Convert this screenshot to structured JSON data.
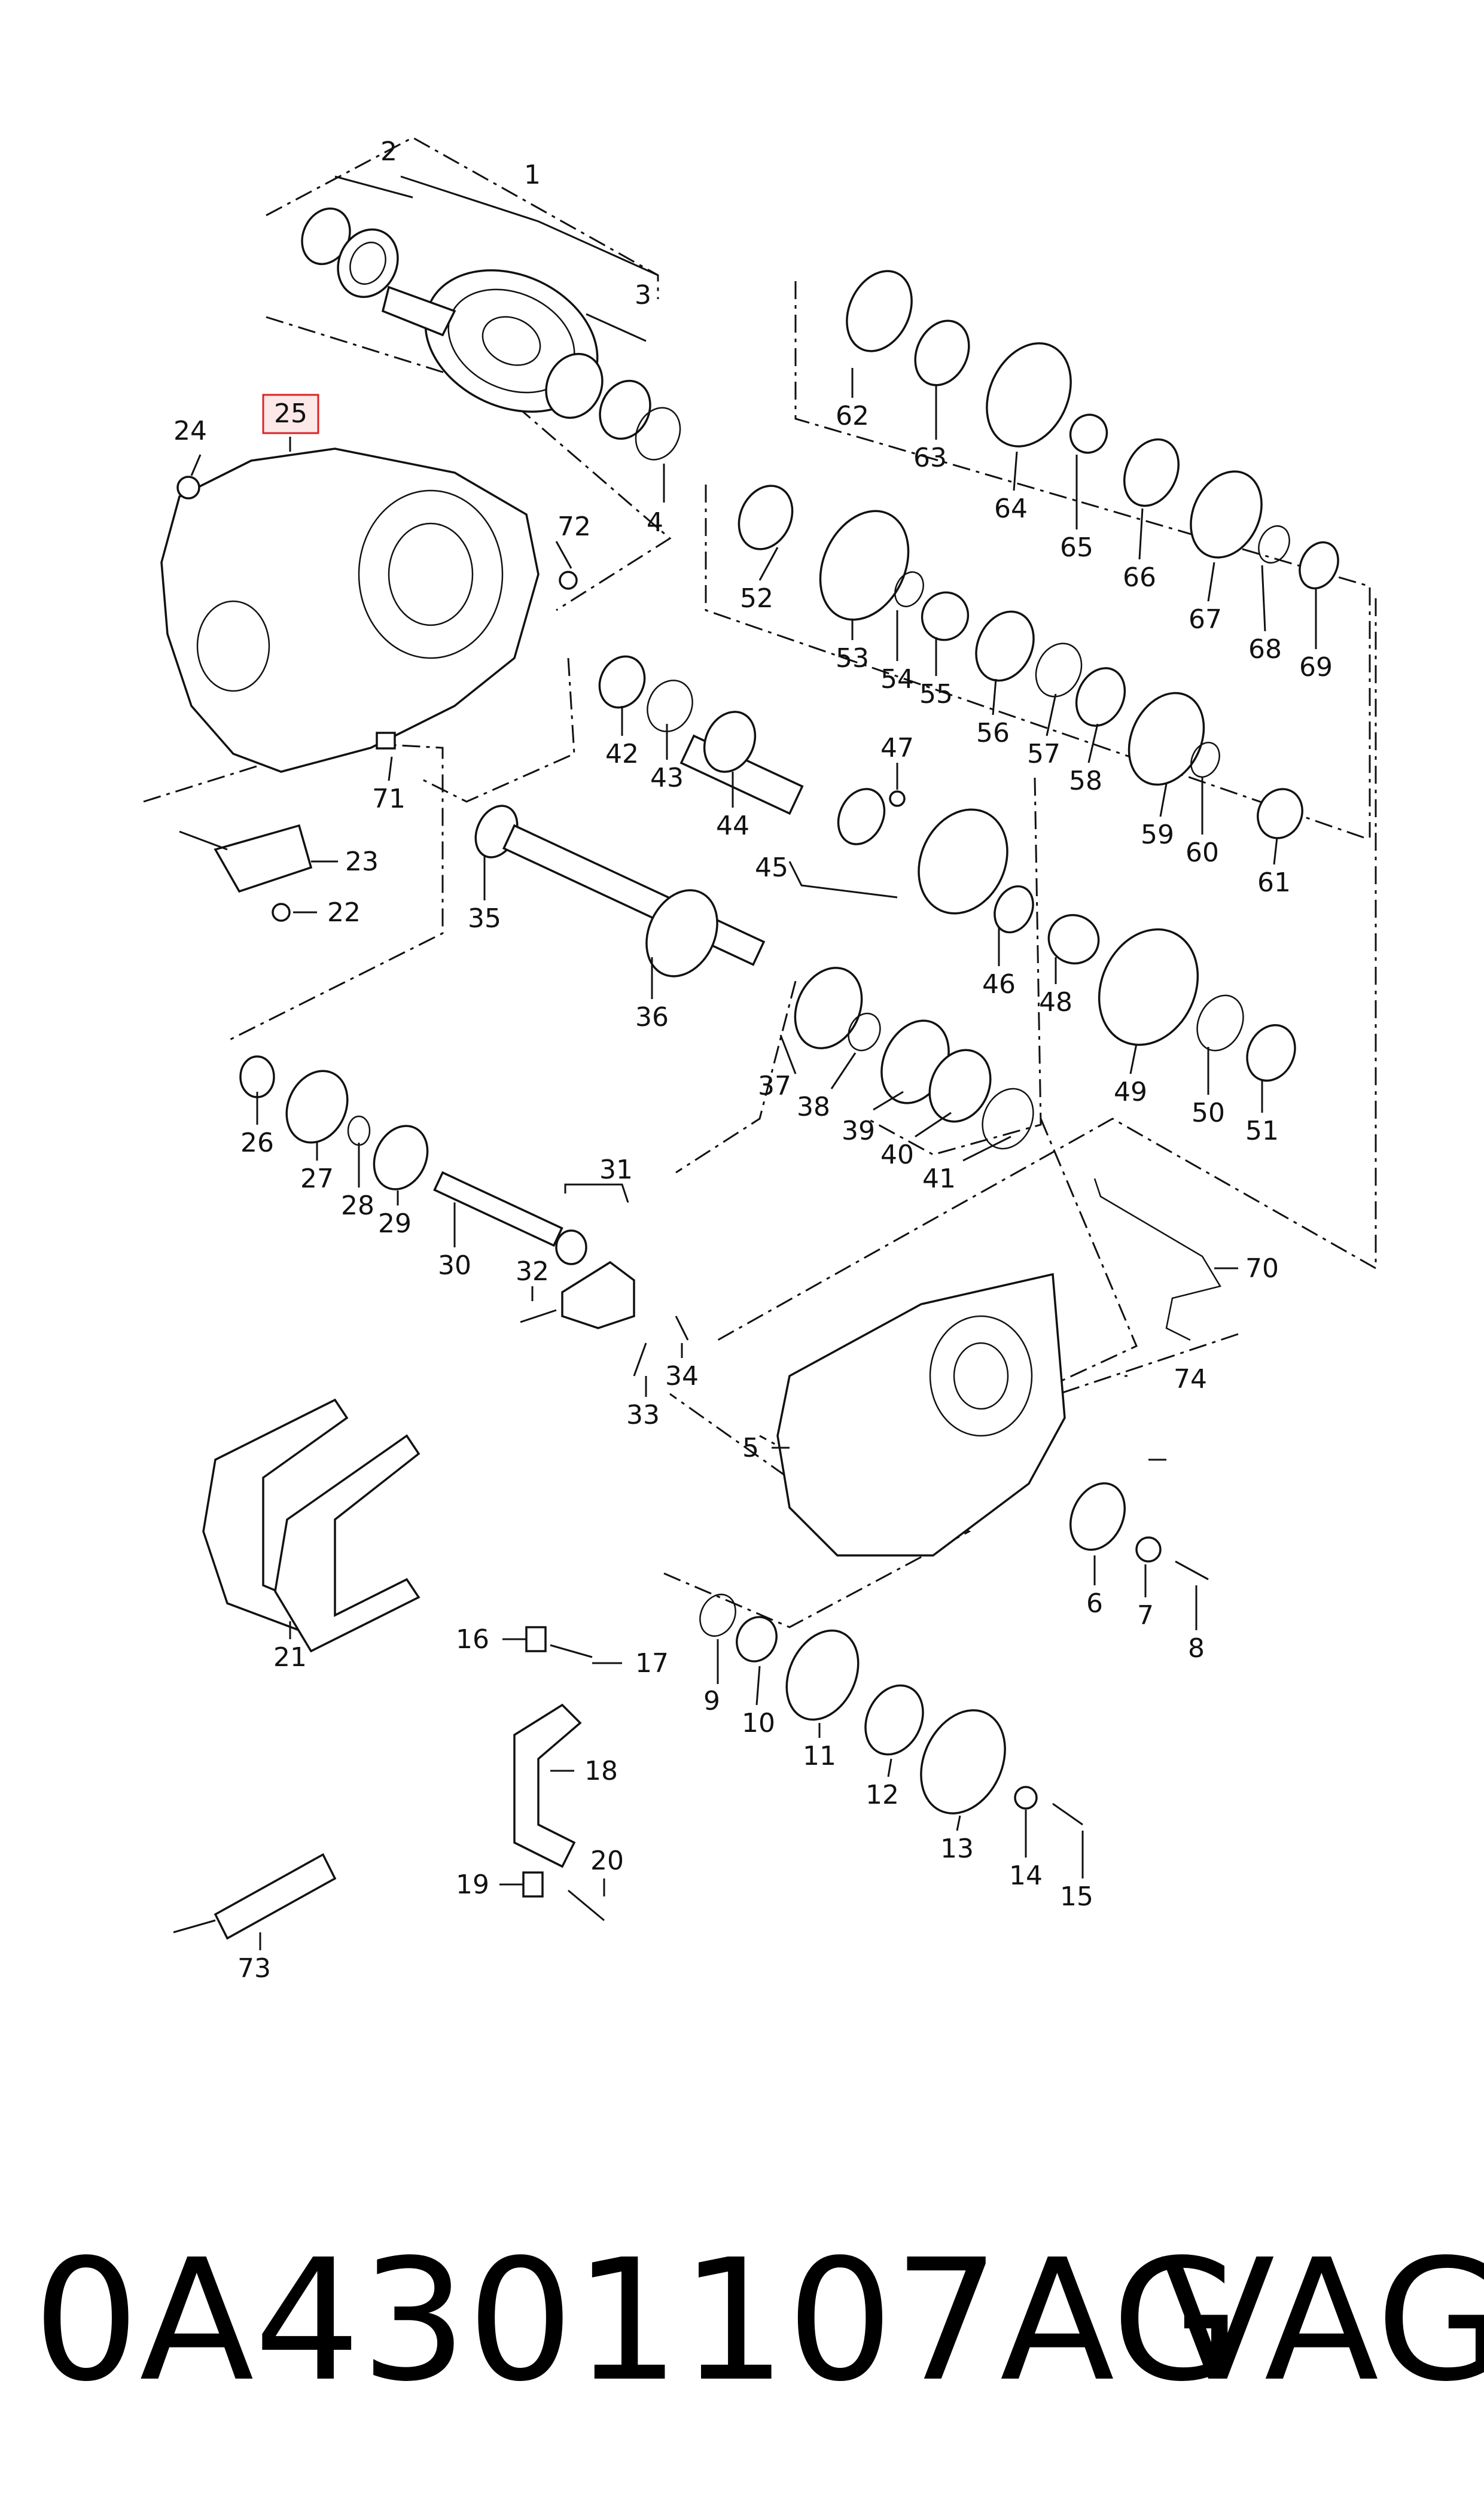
{
  "highlighted_part": "25",
  "caption": {
    "part_number": "0A4301107AG",
    "brand": "VAG"
  },
  "callouts": [
    "1",
    "2",
    "3",
    "4",
    "5",
    "6",
    "7",
    "8",
    "9",
    "10",
    "11",
    "12",
    "13",
    "14",
    "15",
    "16",
    "17",
    "18",
    "19",
    "20",
    "21",
    "22",
    "23",
    "24",
    "25",
    "26",
    "27",
    "28",
    "29",
    "30",
    "31",
    "32",
    "33",
    "34",
    "35",
    "36",
    "37",
    "38",
    "39",
    "40",
    "41",
    "42",
    "43",
    "44",
    "45",
    "46",
    "47",
    "48",
    "49",
    "50",
    "51",
    "52",
    "53",
    "54",
    "55",
    "56",
    "57",
    "58",
    "59",
    "60",
    "61",
    "62",
    "63",
    "64",
    "65",
    "66",
    "67",
    "68",
    "69",
    "70",
    "71",
    "72",
    "73",
    "74"
  ]
}
